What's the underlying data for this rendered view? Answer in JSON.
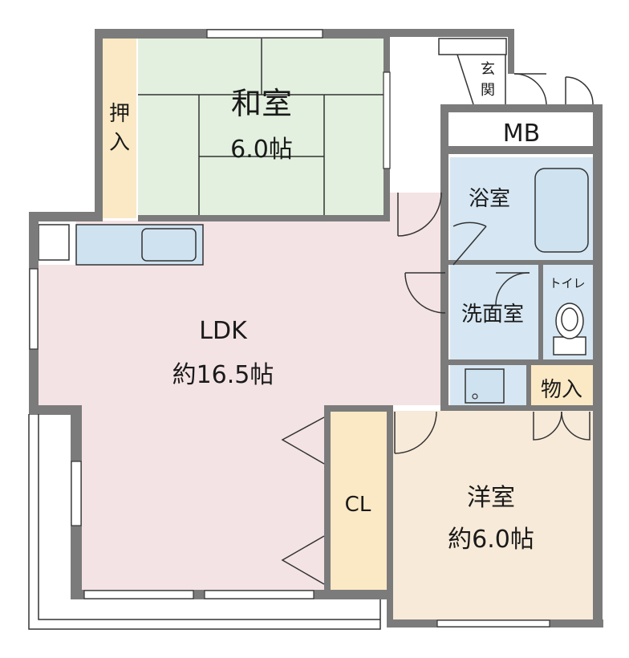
{
  "rooms": {
    "washitsu": {
      "name": "和室",
      "size": "6.0帖",
      "color": "#e3f0df"
    },
    "oshiire": {
      "name_line1": "押",
      "name_line2": "入",
      "color": "#fbe9c5"
    },
    "ldk": {
      "name": "LDK",
      "size": "約16.5帖",
      "color": "#f4e3e4"
    },
    "yoshitsu": {
      "name": "洋室",
      "size": "約6.0帖",
      "color": "#f7ead8"
    },
    "cl": {
      "name": "CL",
      "color": "#fbe9c5"
    },
    "mb": {
      "name": "MB"
    },
    "genkan": {
      "name_line1": "玄",
      "name_line2": "関"
    },
    "yokushitsu": {
      "name": "浴室",
      "color": "#d6e7f3"
    },
    "senmenjo": {
      "name": "洗面室",
      "color": "#d6e7f3"
    },
    "toilet": {
      "name": "トイレ",
      "color": "#d6e7f3"
    },
    "monoire": {
      "name": "物入",
      "color": "#fbe9c5"
    }
  },
  "colors": {
    "wall": "#7b7b7b",
    "wall_dark": "#555555",
    "line": "#333333",
    "fixture": "#cfe2f0"
  }
}
